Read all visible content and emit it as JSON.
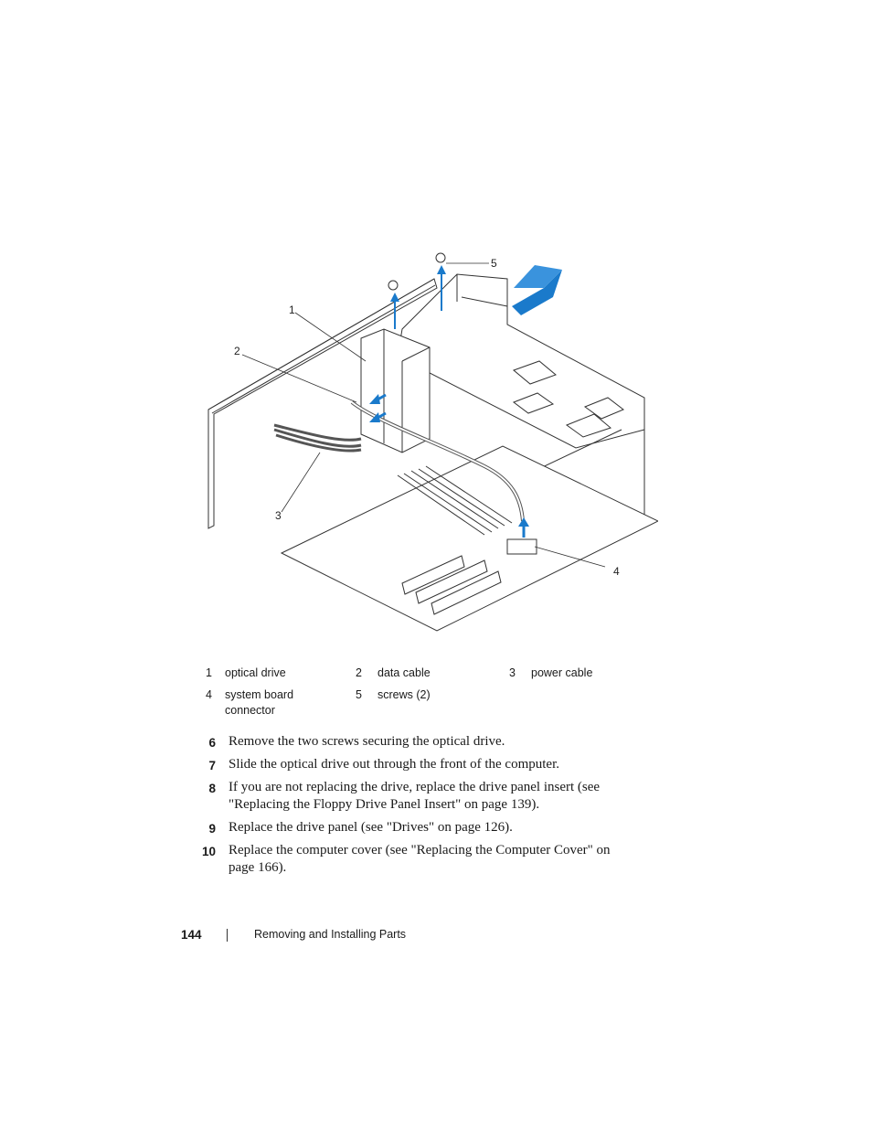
{
  "figure": {
    "callouts": [
      "1",
      "2",
      "3",
      "4",
      "5"
    ],
    "arrow_color": "#1a7acb"
  },
  "legend": [
    {
      "num": "1",
      "label": "optical drive"
    },
    {
      "num": "2",
      "label": "data cable"
    },
    {
      "num": "3",
      "label": "power cable"
    },
    {
      "num": "4",
      "label": "system board connector"
    },
    {
      "num": "5",
      "label": "screws (2)"
    }
  ],
  "steps": [
    {
      "num": "6",
      "text": "Remove the two screws securing the optical drive."
    },
    {
      "num": "7",
      "text": "Slide the optical drive out through the front of the computer."
    },
    {
      "num": "8",
      "text": "If you are not replacing the drive, replace the drive panel insert (see \"Replacing the Floppy Drive Panel Insert\" on page 139)."
    },
    {
      "num": "9",
      "text": "Replace the drive panel (see \"Drives\" on page 126)."
    },
    {
      "num": "10",
      "text": "Replace the computer cover (see \"Replacing the Computer Cover\" on page 166)."
    }
  ],
  "footer": {
    "page_number": "144",
    "section_title": "Removing and Installing Parts"
  }
}
